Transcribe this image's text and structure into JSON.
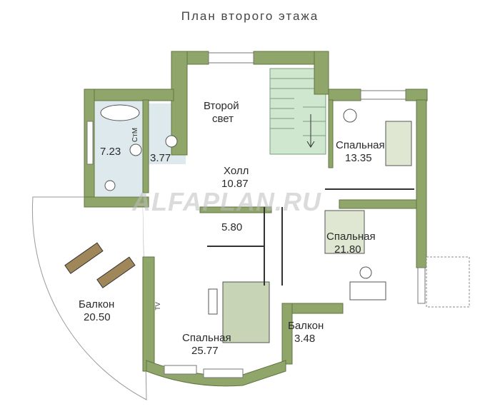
{
  "title": "План второго этажа",
  "watermark": "ALFAPLAN.RU",
  "colors": {
    "wall": "#8fa56a",
    "wall_edge": "#5f7640",
    "floor": "#ffffff",
    "bath_floor": "#dde9ec",
    "stair": "#cfe6cf",
    "furniture": "#7a8a5a"
  },
  "rooms": {
    "second_light": {
      "name_line1": "Второй",
      "name_line2": "свет"
    },
    "hall": {
      "name": "Холл",
      "area": "10.87"
    },
    "bedroom_ne": {
      "name": "Спальная",
      "area": "13.35"
    },
    "bath_large": {
      "area": "7.23"
    },
    "washer_label": "СтМ",
    "bath_small": {
      "area": "3.77"
    },
    "wardrobe": {
      "area": "5.80"
    },
    "bedroom_e": {
      "name": "Спальная",
      "area": "21.80"
    },
    "balcony_w": {
      "name": "Балкон",
      "area": "20.50"
    },
    "bedroom_s": {
      "name": "Спальная",
      "area": "25.77"
    },
    "balcony_s": {
      "name": "Балкон",
      "area": "3.48"
    },
    "tv_label": "TV"
  }
}
